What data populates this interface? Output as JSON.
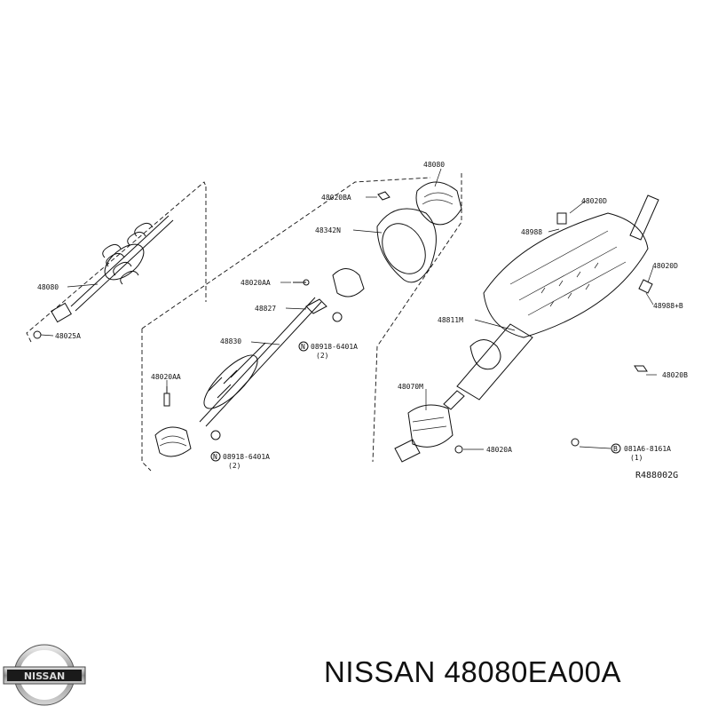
{
  "diagram": {
    "ref_code": "R488002G",
    "labels": {
      "p48080_top": "48080",
      "p48020BA": "48020BA",
      "p48342N": "48342N",
      "p48020AA_a": "48020AA",
      "p48827": "48827",
      "p48830": "48830",
      "p48020AA_b": "48020AA",
      "p48080_left": "48080",
      "p48025A": "48025A",
      "p08918_a": "08918-6401A",
      "p08918_a_qty": "(2)",
      "p08918_b": "08918-6401A",
      "p08918_b_qty": "(2)",
      "p48020D_a": "48020D",
      "p48988": "48988",
      "p48020D_b": "48020D",
      "p48988B": "48988+B",
      "p48811M": "48811M",
      "p48020B": "48020B",
      "p48070M": "48070M",
      "p48020A": "48020A",
      "p081A6": "081A6-8161A",
      "p081A6_qty": "(1)"
    },
    "markers": {
      "n": "N",
      "b": "B"
    }
  },
  "logo": {
    "text": "NISSAN"
  },
  "footer": {
    "title": "NISSAN 48080EA00A"
  }
}
